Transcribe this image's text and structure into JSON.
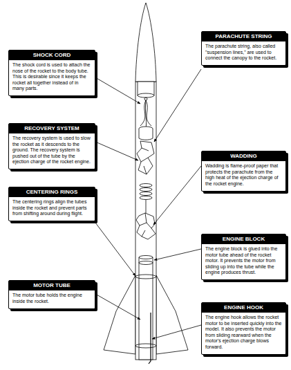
{
  "diagram": {
    "nodes": [
      {
        "text": [
          "PARACHUTE STRING",
          "The parachute string, also called \"suspension lines,\" are used to connect the canopy to the rocket."
        ]
      },
      {
        "text": [
          "SHOCK CORD",
          "The shock cord is used to attach the nose of the rocket to the body tube. This is desirable since it keeps the rocket all together instead of in many parts."
        ]
      },
      {
        "text": [
          "RECOVERY SYSTEM",
          "The recovery system is used to slow the rocket as it descends to the ground. The recovery system is pushed out of the tube by the ejection charge of the rocket engine."
        ]
      },
      {
        "text": [
          "WADDING",
          "Wadding is flame-proof paper that protects the parachute from the high heat of the ejection charge of the rocket engine."
        ]
      },
      {
        "text": [
          "CENTERING RINGS",
          "The centering rings align the tubes inside the rocket and prevent parts from shifting around during flight."
        ]
      },
      {
        "text": [
          "ENGINE BLOCK",
          "The engine block is glued into the motor tube ahead of the rocket motor. It prevents the motor from sliding up into the tube while the engine produces thrust."
        ]
      },
      {
        "text": [
          "MOTOR TUBE",
          "The motor tube holds the engine inside the rocket."
        ]
      },
      {
        "text": [
          "ENGINE HOOK",
          "The engine hook allows the rocket motor to be inserted quickly into the model. It also prevents the motor from sliding rearward when the motor's ejection charge blows forward."
        ]
      }
    ]
  }
}
